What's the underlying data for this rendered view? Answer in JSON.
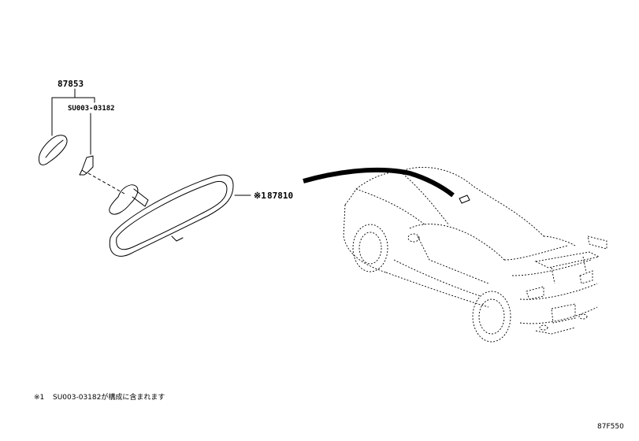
{
  "parts": {
    "p1": "87853",
    "p1_sub": "SU003-03182",
    "p2_mark": "※1",
    "p2": "87810"
  },
  "footnote": {
    "mark": "※1",
    "text": "SU003-03182が構成に含まれます"
  },
  "diagram_code": "87F550"
}
